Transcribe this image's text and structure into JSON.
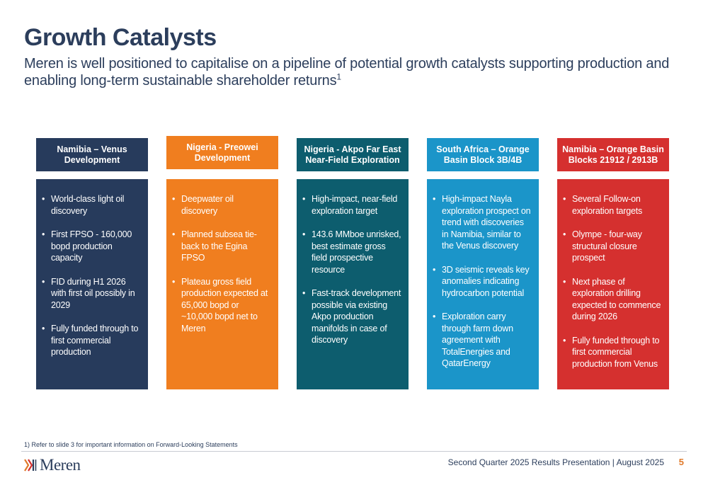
{
  "slide": {
    "title": "Growth Catalysts",
    "subtitle": "Meren is well positioned to capitalise on a pipeline of potential growth catalysts supporting production and enabling long-term sustainable shareholder returns",
    "subtitle_ref": "1"
  },
  "columns": [
    {
      "heading": "Namibia – Venus Development",
      "color": "#273b5c",
      "bullets": [
        "World-class light oil discovery",
        "First FPSO - 160,000 bopd production capacity",
        "FID during H1 2026 with first oil possibly in 2029",
        "Fully funded through to first commercial production"
      ]
    },
    {
      "heading": "Nigeria - Preowei Development",
      "color": "#f07e1f",
      "bullets": [
        "Deepwater oil discovery",
        "Planned subsea tie-back to the Egina FPSO",
        "Plateau gross field production expected at 65,000 bopd  or ~10,000 bopd net to Meren"
      ]
    },
    {
      "heading": "Nigeria - Akpo Far East Near-Field Exploration",
      "color": "#0d5d6e",
      "bullets": [
        "High-impact, near-field exploration target",
        "143.6 MMboe unrisked, best estimate gross field prospective resource",
        "Fast-track development possible via existing Akpo production manifolds in case of discovery"
      ]
    },
    {
      "heading": "South Africa – Orange Basin Block 3B/4B",
      "color": "#1b95c9",
      "bullets": [
        "High-impact Nayla exploration prospect on trend with discoveries in Namibia, similar to the Venus discovery",
        "3D seismic reveals key anomalies indicating hydrocarbon potential",
        "Exploration carry through farm down agreement with TotalEnergies and QatarEnergy"
      ]
    },
    {
      "heading": "Namibia – Orange Basin Blocks 21912 / 2913B",
      "color": "#d5302f",
      "bullets": [
        "Several Follow-on exploration targets",
        "Olympe - four-way structural closure prospect",
        "Next phase of exploration  drilling expected to commence during 2026",
        "Fully funded through to first commercial production from Venus"
      ]
    }
  ],
  "footnote": "1)  Refer to slide 3 for important information on Forward-Looking Statements",
  "footer": {
    "logo_text": "Meren",
    "presentation": "Second Quarter 2025 Results Presentation | August 2025",
    "page_number": "5"
  }
}
